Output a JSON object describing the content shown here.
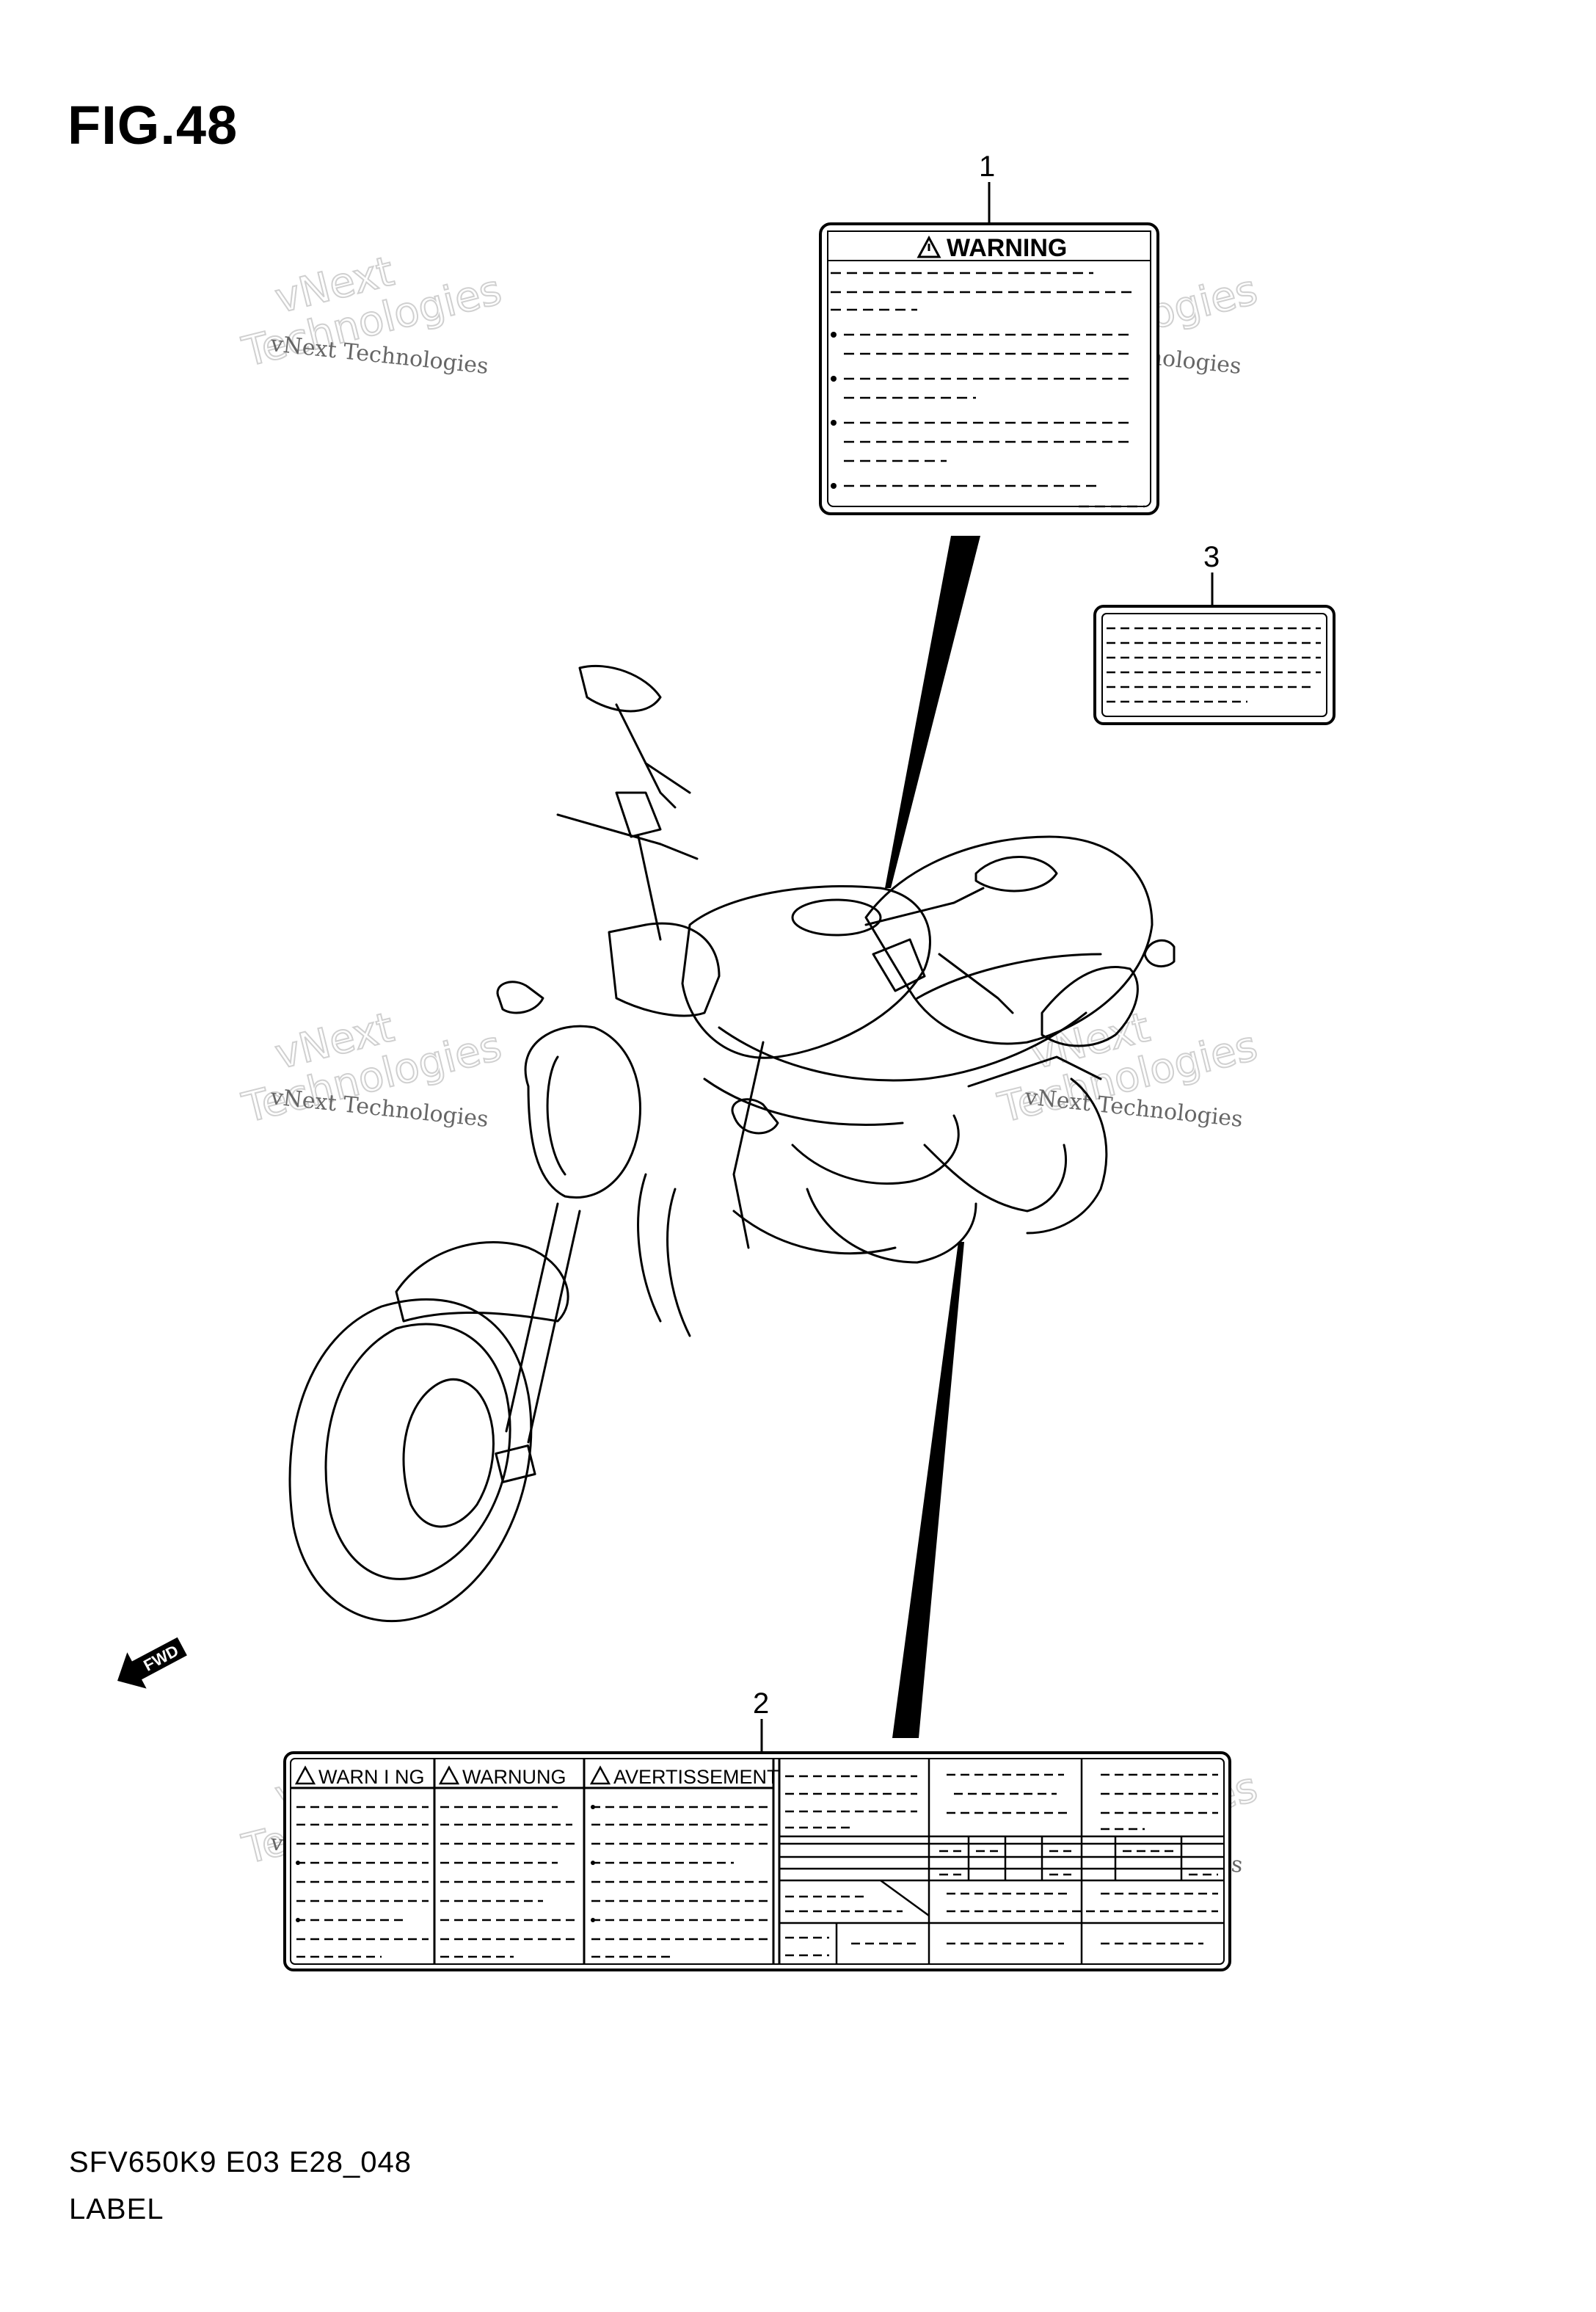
{
  "figure": {
    "title": "FIG.48",
    "code": "SFV650K9 E03 E28_048",
    "name": "LABEL"
  },
  "callouts": [
    {
      "number": "1"
    },
    {
      "number": "2"
    },
    {
      "number": "3"
    }
  ],
  "label_1": {
    "heading": "WARNING"
  },
  "label_2": {
    "headings": [
      "WARN I NG",
      "WARNUNG",
      "AVERTISSEMENT"
    ]
  },
  "fwd_arrow": {
    "text": "FWD"
  },
  "watermark": {
    "line_small": "vNext Technologies",
    "line_big": "Technologies",
    "line_top": "vNext"
  }
}
